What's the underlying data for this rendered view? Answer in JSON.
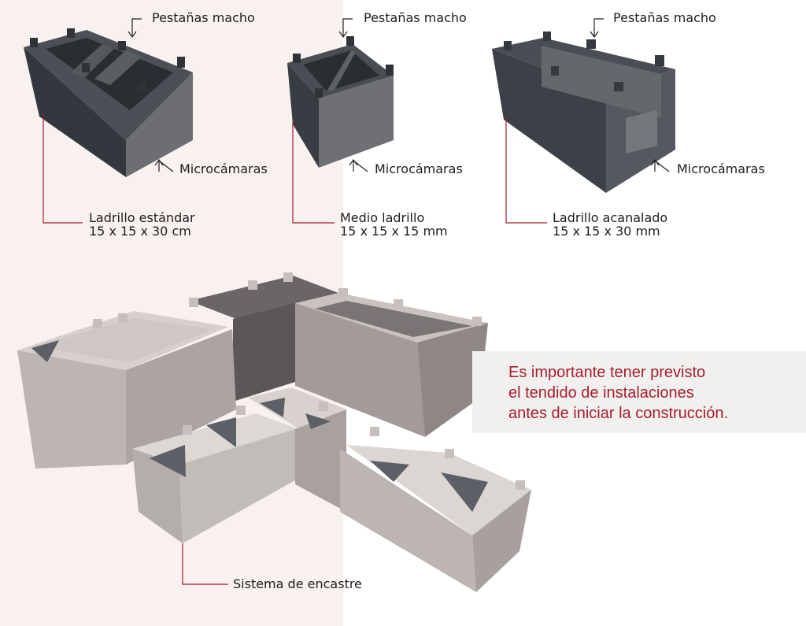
{
  "labels": {
    "pestanas_macho": "Pestañas macho",
    "microcamaras": "Microcámaras",
    "ladrillo_estandar": "Ladrillo estándar",
    "ladrillo_estandar_dim": "15 x 15 x 30 cm",
    "medio_ladrillo": "Medio ladrillo",
    "medio_ladrillo_dim": "15 x 15 x 15 mm",
    "ladrillo_acanalado": "Ladrillo acanalado",
    "ladrillo_acanalado_dim": "15 x 15 x 30 mm",
    "sistema_encastre": "Sistema de encastre"
  },
  "note": {
    "line1": "Es importante tener previsto",
    "line2": "el tendido de instalaciones",
    "line3": "antes de iniciar la construcción."
  },
  "colors": {
    "dark_brick": "#3c4148",
    "light_brick": "#b8b0ac",
    "leader_line": "#a51e2e",
    "note_text": "#a51e2e"
  }
}
